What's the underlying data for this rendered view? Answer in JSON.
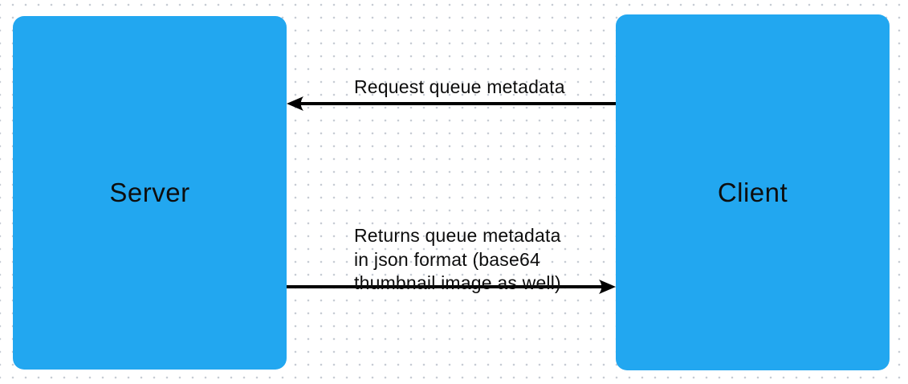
{
  "nodes": [
    {
      "id": "server",
      "label": "Server"
    },
    {
      "id": "client",
      "label": "Client"
    }
  ],
  "edges": [
    {
      "from": "client",
      "to": "server",
      "direction": "left",
      "label": "Request queue metadata"
    },
    {
      "from": "server",
      "to": "client",
      "direction": "right",
      "label": "Returns queue metadata in json format (base64 thumbnail image as well)",
      "lines": [
        "Returns queue metadata",
        "in json format (base64",
        "thumbnail image as well)"
      ]
    }
  ],
  "colors": {
    "node_fill": "#22a7f0",
    "node_text": "#0e0e0e",
    "arrow": "#000000",
    "label_text": "#0d0d0d",
    "background": "#ffffff",
    "grid_dot": "#c7ccd4"
  }
}
